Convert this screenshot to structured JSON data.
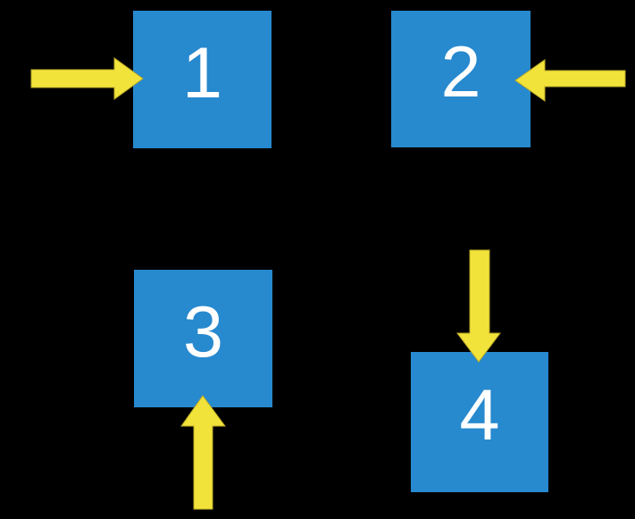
{
  "diagram": {
    "description": "Four numbered blue squares on a black background, each pointed at by a yellow block arrow from a different side",
    "nodes": [
      {
        "label": "1",
        "arrow_from": "left"
      },
      {
        "label": "2",
        "arrow_from": "right"
      },
      {
        "label": "3",
        "arrow_from": "below"
      },
      {
        "label": "4",
        "arrow_from": "above"
      }
    ]
  },
  "colors": {
    "background": "#000000",
    "square_fill": "#2789ce",
    "arrow_fill": "#f2e33b",
    "arrow_edge": "#b9a826",
    "label_text": "#ffffff"
  }
}
